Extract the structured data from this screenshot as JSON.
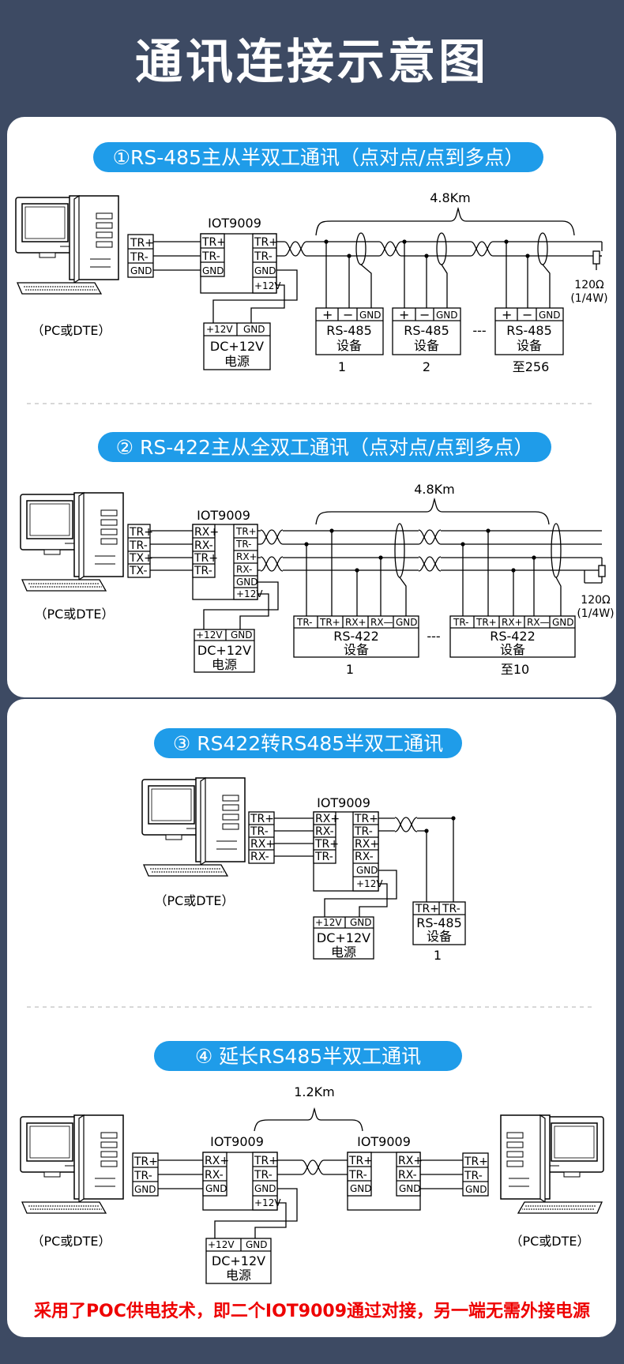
{
  "page_title": "通讯连接示意图",
  "pc_label": "（PC或DTE）",
  "iot": "IOT9009",
  "power": {
    "p12": "+12V",
    "gnd": "GND",
    "dc": "DC+12V",
    "name": "电源"
  },
  "device_word": "设备",
  "sec1": {
    "heading": "①RS-485主从半双工通讯（点对点/点到多点）",
    "distance": "4.8Km",
    "pc_ports": [
      "TR+",
      "TR-",
      "GND"
    ],
    "iot_left": [
      "TR+",
      "TR-",
      "GND"
    ],
    "iot_right": [
      "TR+",
      "TR-",
      "GND",
      "+12V"
    ],
    "dev_type": "RS-485",
    "dev_terms": [
      "+",
      "−",
      "GND"
    ],
    "dev_nums": [
      "1",
      "2",
      "至256"
    ],
    "ellipsis": "---",
    "term_r": "120Ω",
    "term_w": "(1/4W)"
  },
  "sec2": {
    "heading": "② RS-422主从全双工通讯（点对点/点到多点）",
    "distance": "4.8Km",
    "pc_ports": [
      "TR+",
      "TR-",
      "TX+",
      "TX-"
    ],
    "iot_left": [
      "RX+",
      "RX-",
      "TR+",
      "TR-"
    ],
    "iot_right": [
      "TR+",
      "TR-",
      "RX+",
      "RX-",
      "GND",
      "+12V"
    ],
    "dev_type": "RS-422",
    "dev_terms": [
      "TR-",
      "TR+",
      "RX+",
      "RX—",
      "GND"
    ],
    "dev_nums": [
      "1",
      "至10"
    ],
    "ellipsis": "---",
    "term_r": "120Ω",
    "term_w": "(1/4W)"
  },
  "sec3": {
    "heading": "③ RS422转RS485半双工通讯",
    "pc_ports": [
      "TR+",
      "TR-",
      "RX+",
      "RX-"
    ],
    "iot_left": [
      "RX+",
      "RX-",
      "TR+",
      "TR-"
    ],
    "iot_right": [
      "TR+",
      "TR-",
      "RX+",
      "RX-",
      "GND",
      "+12V"
    ],
    "dev_type": "RS-485",
    "dev_terms": [
      "TR+",
      "TR-"
    ],
    "dev_num": "1"
  },
  "sec4": {
    "heading": "④   延长RS485半双工通讯",
    "distance": "1.2Km",
    "pc_ports": [
      "TR+",
      "TR-",
      "GND"
    ],
    "iot1_left": [
      "RX+",
      "RX-",
      "GND"
    ],
    "iot1_right": [
      "TR+",
      "TR-",
      "GND",
      "+12V"
    ],
    "iot2_left": [
      "TR+",
      "TR-",
      "GND"
    ],
    "iot2_right": [
      "RX+",
      "RX-",
      "GND"
    ]
  },
  "footer": "采用了POC供电技术，即二个IOT9009通过对接，另一端无需外接电源"
}
